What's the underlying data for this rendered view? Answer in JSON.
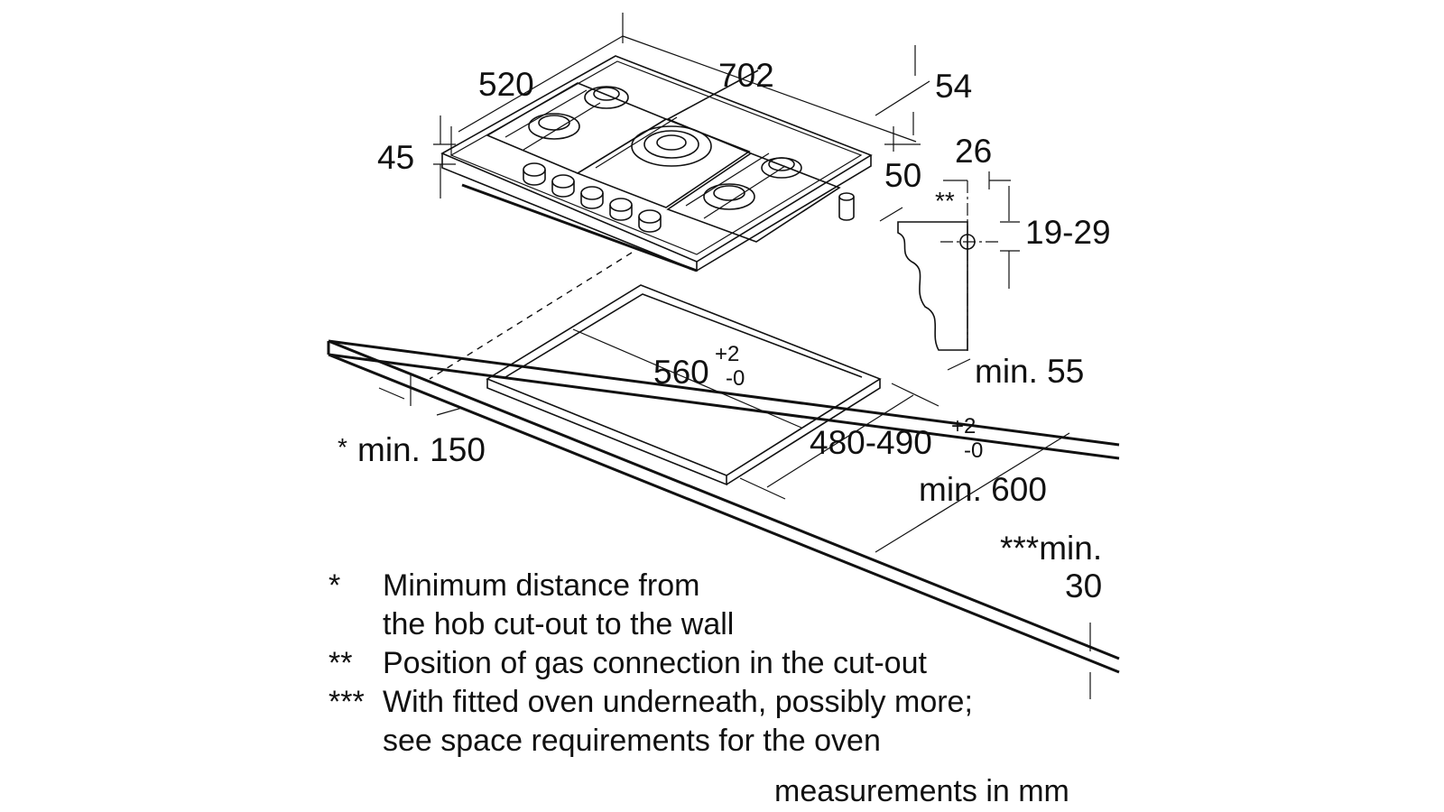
{
  "dimensions": {
    "depth": "520",
    "width": "702",
    "rear_offset": "54",
    "height": "45",
    "side_offset": "50",
    "connection_x": "26",
    "connection_star": "**",
    "connection_y": "19-29",
    "cutout_width": "560",
    "cutout_width_tol_plus": "+2",
    "cutout_width_tol_minus": "-0",
    "cutout_depth": "480-490",
    "cutout_depth_tol_plus": "+2",
    "cutout_depth_tol_minus": "-0",
    "min_wall_star": "*",
    "min_wall": "min. 150",
    "min_rear": "min. 55",
    "min_worktop": "min. 600",
    "min_thickness_line1": "***min.",
    "min_thickness_line2": "30"
  },
  "notes": [
    {
      "mark": "*",
      "lines": [
        "Minimum distance from",
        "the hob cut-out to the wall"
      ]
    },
    {
      "mark": "**",
      "lines": [
        "Position of gas connection in the cut-out"
      ]
    },
    {
      "mark": "***",
      "lines": [
        "With fitted oven underneath, possibly more;",
        "see space requirements for the oven"
      ]
    }
  ],
  "footer": "measurements in mm"
}
